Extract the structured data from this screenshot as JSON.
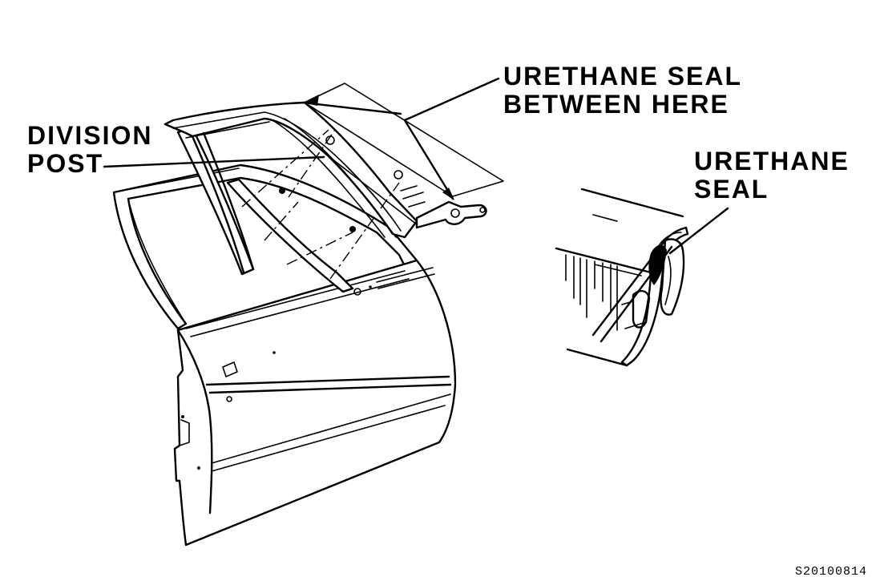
{
  "labels": {
    "division_post": [
      "DIVISION",
      "POST"
    ],
    "urethane_seal_between": [
      "URETHANE SEAL",
      "BETWEEN HERE"
    ],
    "urethane_seal": [
      "URETHANE",
      "SEAL"
    ]
  },
  "figure_code": "S20100814"
}
